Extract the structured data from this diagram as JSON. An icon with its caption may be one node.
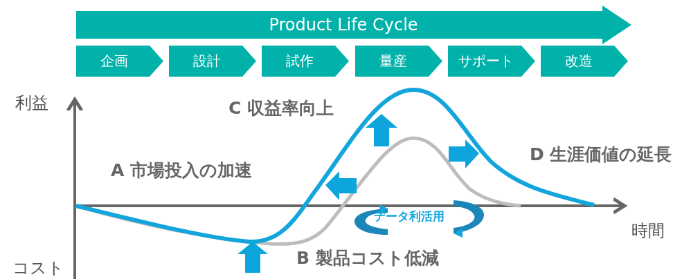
{
  "diagram": {
    "nodes": [
      {
        "text": [
          "Product Life Cycle"
        ]
      },
      {
        "text": [
          "企画"
        ]
      },
      {
        "text": [
          "設計"
        ]
      },
      {
        "text": [
          "試作"
        ]
      },
      {
        "text": [
          "量産"
        ]
      },
      {
        "text": [
          "サポート"
        ]
      },
      {
        "text": [
          "改造"
        ]
      }
    ],
    "labels": [
      "利益",
      "C 収益率向上",
      "D 生涯価値の延長",
      "A 市場投入の加速",
      "データ利活用",
      "時間",
      "コスト",
      "B 製品コスト低減"
    ]
  }
}
